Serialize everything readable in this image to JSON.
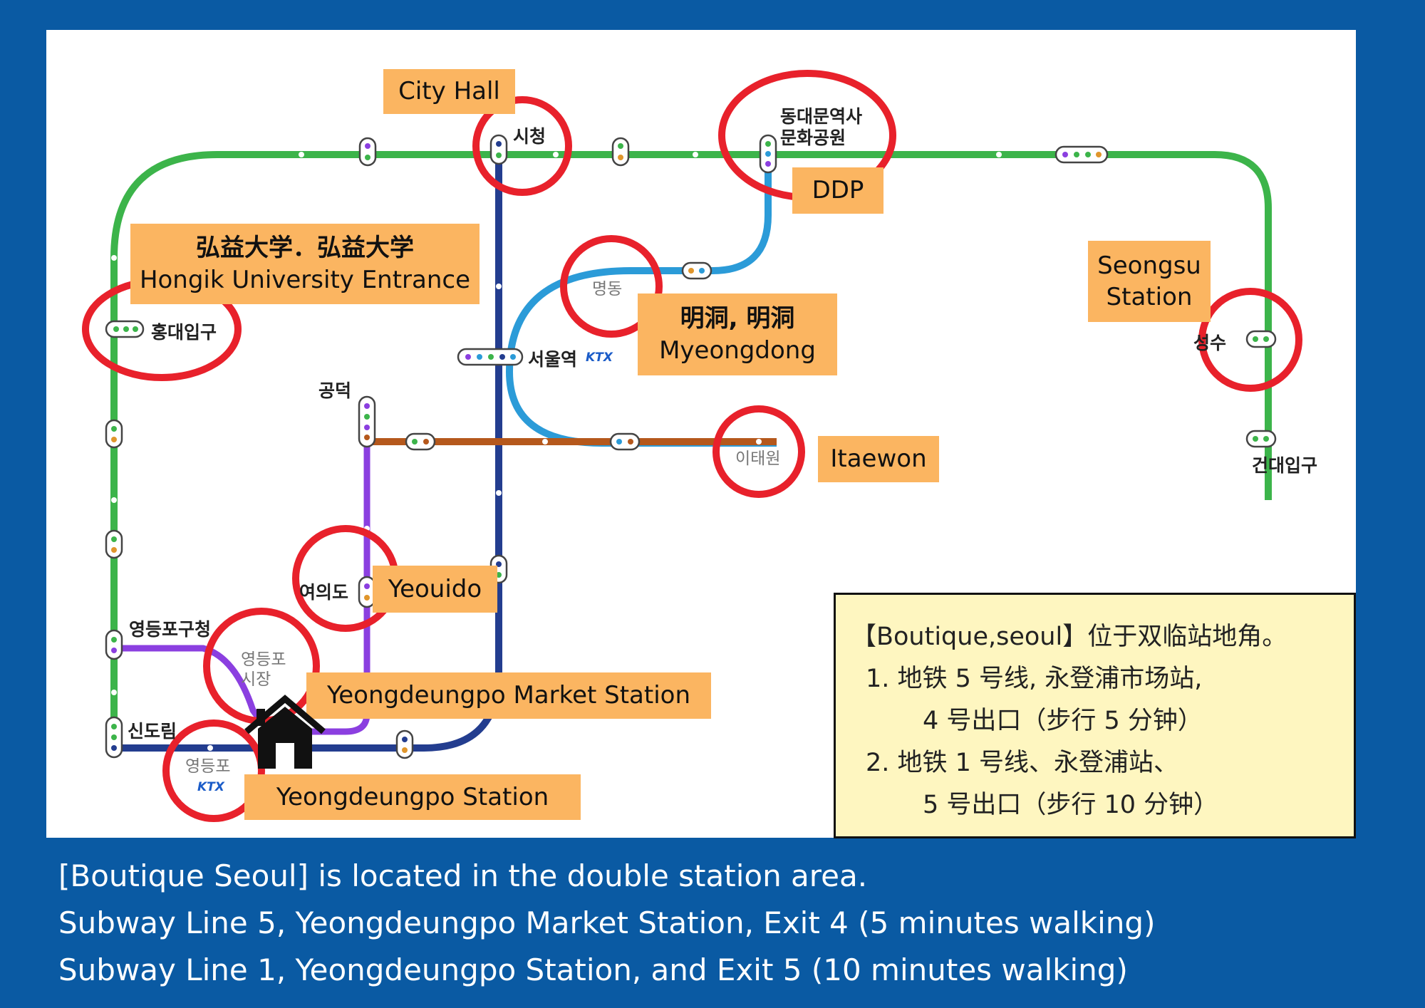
{
  "colors": {
    "background": "#0a5aa3",
    "label_fill": "#fbb561",
    "highlight_ring": "#e8212b",
    "line_2_green": "#3cb44a",
    "line_1_navy": "#233d8f",
    "line_4_skyblue": "#2b9bd8",
    "line_5_purple": "#8b3fe0",
    "line_6_brown": "#b5581c",
    "info_box_fill": "#fef6c0"
  },
  "stations_korean": {
    "city_hall": "시청",
    "ddp_line1": "동대문역사",
    "ddp_line2": "문화공원",
    "hongdae": "홍대입구",
    "myeongdong": "명동",
    "seoul_station": "서울역",
    "seoul_station_ktx": "KTX",
    "seongsu": "성수",
    "gongdeok": "공덕",
    "itaewon": "이태원",
    "konkuk": "건대입구",
    "yeouido": "여의도",
    "yeongdeungpo_gu_office": "영등포구청",
    "ydp_market_line1": "영등포",
    "ydp_market_line2": "시장",
    "sindorim": "신도림",
    "yeongdeungpo": "영등포",
    "yeongdeungpo_ktx": "KTX"
  },
  "labels": {
    "city_hall": "City Hall",
    "ddp": "DDP",
    "hongik_line1": "弘益大学．弘益大学",
    "hongik_line2": "Hongik University Entrance",
    "myeongdong_line1": "明洞, 明洞",
    "myeongdong_line2": "Myeongdong",
    "seongsu_line1": "Seongsu",
    "seongsu_line2": "Station",
    "itaewon": "Itaewon",
    "yeouido": "Yeouido",
    "ydp_market": "Yeongdeungpo Market Station",
    "ydp_station": "Yeongdeungpo  Station"
  },
  "info_box": {
    "title": "【Boutique,seoul】位于双临站地角。",
    "item1_line1": "1.   地铁 5 号线,  永登浦市场站,",
    "item1_line2": "4 号出口（步行 5 分钟）",
    "item2_line1": "2.   地铁 1 号线、永登浦站、",
    "item2_line2": "5 号出口（步行 10 分钟）"
  },
  "footer": {
    "line1": "[Boutique Seoul] is located in the double station area.",
    "line2": "Subway Line 5, Yeongdeungpo Market Station, Exit 4 (5 minutes walking)",
    "line3": "Subway Line 1, Yeongdeungpo Station, and Exit 5 (10 minutes walking)"
  },
  "icons": {
    "accommodation": "home-icon"
  }
}
